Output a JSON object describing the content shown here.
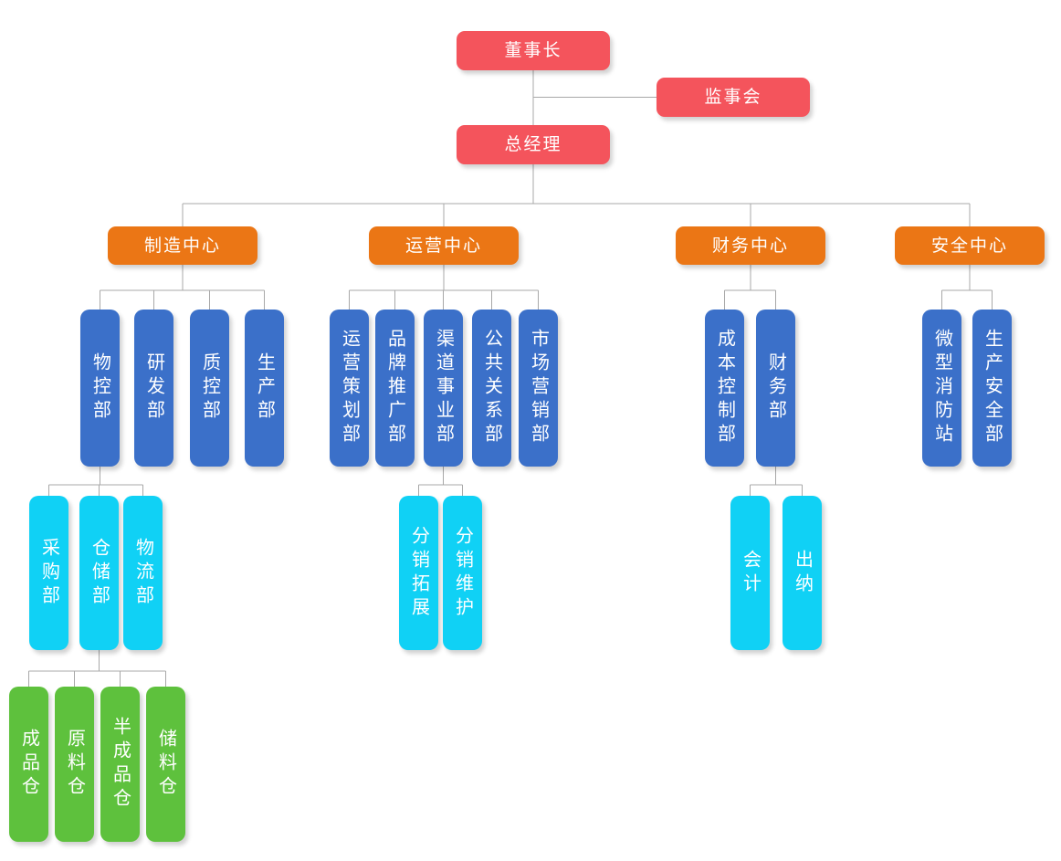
{
  "diagram": {
    "type": "org-chart",
    "colors": {
      "executive": "#f4545c",
      "center": "#eb7615",
      "department": "#3b70c9",
      "team": "#10d1f5",
      "warehouse": "#5ec13d",
      "connector": "#a8a8a8",
      "background": "#ffffff",
      "text": "#ffffff"
    },
    "nodes": [
      {
        "id": "chairman",
        "label": "董事长",
        "level": "executive"
      },
      {
        "id": "supervisory-board",
        "label": "监事会",
        "level": "executive"
      },
      {
        "id": "general-manager",
        "label": "总经理",
        "level": "executive"
      },
      {
        "id": "manufacturing-center",
        "label": "制造中心",
        "level": "center"
      },
      {
        "id": "operations-center",
        "label": "运营中心",
        "level": "center"
      },
      {
        "id": "finance-center",
        "label": "财务中心",
        "level": "center"
      },
      {
        "id": "safety-center",
        "label": "安全中心",
        "level": "center"
      },
      {
        "id": "material-control",
        "label": "物控部",
        "level": "department"
      },
      {
        "id": "rnd",
        "label": "研发部",
        "level": "department"
      },
      {
        "id": "quality-control",
        "label": "质控部",
        "level": "department"
      },
      {
        "id": "production",
        "label": "生产部",
        "level": "department"
      },
      {
        "id": "operations-planning",
        "label": "运营策划部",
        "level": "department"
      },
      {
        "id": "brand-promotion",
        "label": "品牌推广部",
        "level": "department"
      },
      {
        "id": "channel-business",
        "label": "渠道事业部",
        "level": "department"
      },
      {
        "id": "public-relations",
        "label": "公共关系部",
        "level": "department"
      },
      {
        "id": "marketing",
        "label": "市场营销部",
        "level": "department"
      },
      {
        "id": "cost-control",
        "label": "成本控制部",
        "level": "department"
      },
      {
        "id": "finance-dept",
        "label": "财务部",
        "level": "department"
      },
      {
        "id": "micro-fire-station",
        "label": "微型消防站",
        "level": "department"
      },
      {
        "id": "production-safety",
        "label": "生产安全部",
        "level": "department"
      },
      {
        "id": "purchasing",
        "label": "采购部",
        "level": "team"
      },
      {
        "id": "warehousing",
        "label": "仓储部",
        "level": "team"
      },
      {
        "id": "logistics",
        "label": "物流部",
        "level": "team"
      },
      {
        "id": "distribution-expansion",
        "label": "分销拓展",
        "level": "team"
      },
      {
        "id": "distribution-maintenance",
        "label": "分销维护",
        "level": "team"
      },
      {
        "id": "accounting",
        "label": "会计",
        "level": "team"
      },
      {
        "id": "cashier",
        "label": "出纳",
        "level": "team"
      },
      {
        "id": "finished-goods-warehouse",
        "label": "成品仓",
        "level": "warehouse"
      },
      {
        "id": "raw-material-warehouse",
        "label": "原料仓",
        "level": "warehouse"
      },
      {
        "id": "semi-finished-warehouse",
        "label": "半成品仓",
        "level": "warehouse"
      },
      {
        "id": "storage-warehouse",
        "label": "储料仓",
        "level": "warehouse"
      }
    ],
    "edges": [
      {
        "parent": "chairman",
        "children": [
          "general-manager"
        ],
        "type": "vertical"
      },
      {
        "parent": "chairman",
        "children": [
          "supervisory-board"
        ],
        "type": "side"
      },
      {
        "parent": "general-manager",
        "children": [
          "manufacturing-center",
          "operations-center",
          "finance-center",
          "safety-center"
        ],
        "type": "bus"
      },
      {
        "parent": "manufacturing-center",
        "children": [
          "material-control",
          "rnd",
          "quality-control",
          "production"
        ],
        "type": "bus"
      },
      {
        "parent": "operations-center",
        "children": [
          "operations-planning",
          "brand-promotion",
          "channel-business",
          "public-relations",
          "marketing"
        ],
        "type": "bus"
      },
      {
        "parent": "finance-center",
        "children": [
          "cost-control",
          "finance-dept"
        ],
        "type": "bus"
      },
      {
        "parent": "safety-center",
        "children": [
          "micro-fire-station",
          "production-safety"
        ],
        "type": "bus"
      },
      {
        "parent": "material-control",
        "children": [
          "purchasing",
          "warehousing",
          "logistics"
        ],
        "type": "bus"
      },
      {
        "parent": "channel-business",
        "children": [
          "distribution-expansion",
          "distribution-maintenance"
        ],
        "type": "bus"
      },
      {
        "parent": "finance-dept",
        "children": [
          "accounting",
          "cashier"
        ],
        "type": "bus"
      },
      {
        "parent": "warehousing",
        "children": [
          "finished-goods-warehouse",
          "raw-material-warehouse",
          "semi-finished-warehouse",
          "storage-warehouse"
        ],
        "type": "bus"
      }
    ]
  }
}
